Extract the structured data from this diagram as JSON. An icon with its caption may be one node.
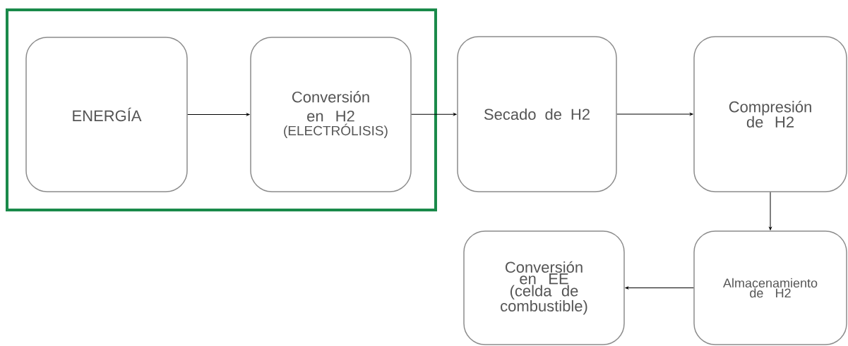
{
  "diagram": {
    "nodes": [
      {
        "text": [],
        "shape": "box"
      },
      {
        "text": [
          "ENERGÍA"
        ],
        "in": 0
      },
      {
        "text": [
          "Conversión en H2",
          "(ELECTRÓLISIS)"
        ],
        "in": 0
      },
      {
        "text": [
          "Secado de H2"
        ]
      },
      {
        "text": [
          "Compresión de H2"
        ]
      },
      {
        "text": [
          "Conversión en EE (celda de combustible)"
        ]
      },
      {
        "text": [
          "Almacenamiento de H2"
        ]
      }
    ],
    "edges": [
      {
        "from": 1,
        "to": 2,
        "arrow": "to"
      },
      {
        "from": 2,
        "to": 3,
        "arrow": "to"
      },
      {
        "from": 3,
        "to": 4,
        "arrow": "to"
      },
      {
        "from": 4,
        "to": 6,
        "arrow": "to"
      },
      {
        "from": 6,
        "to": 5,
        "arrow": "to"
      }
    ]
  }
}
